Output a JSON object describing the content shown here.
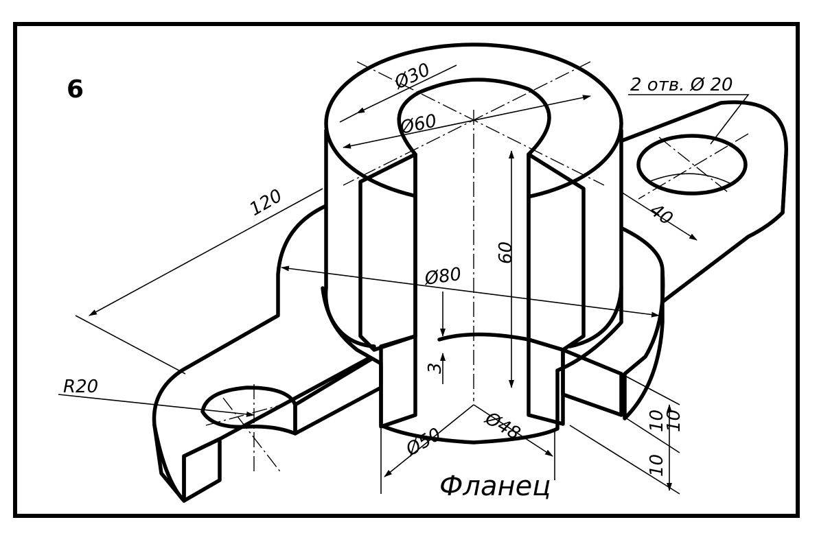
{
  "drawing": {
    "sheet_number": "6",
    "title": "Фланец",
    "dimensions": {
      "d30": "Ø30",
      "d60": "Ø60",
      "holes": "2 отв. Ø 20",
      "len120": "120",
      "len40": "40",
      "h60": "60",
      "d80": "Ø80",
      "r20": "R20",
      "h3": "3",
      "d50": "Ø50",
      "d48": "Ø48",
      "h10a": "10",
      "h10b": "10",
      "h10c": "10"
    }
  }
}
